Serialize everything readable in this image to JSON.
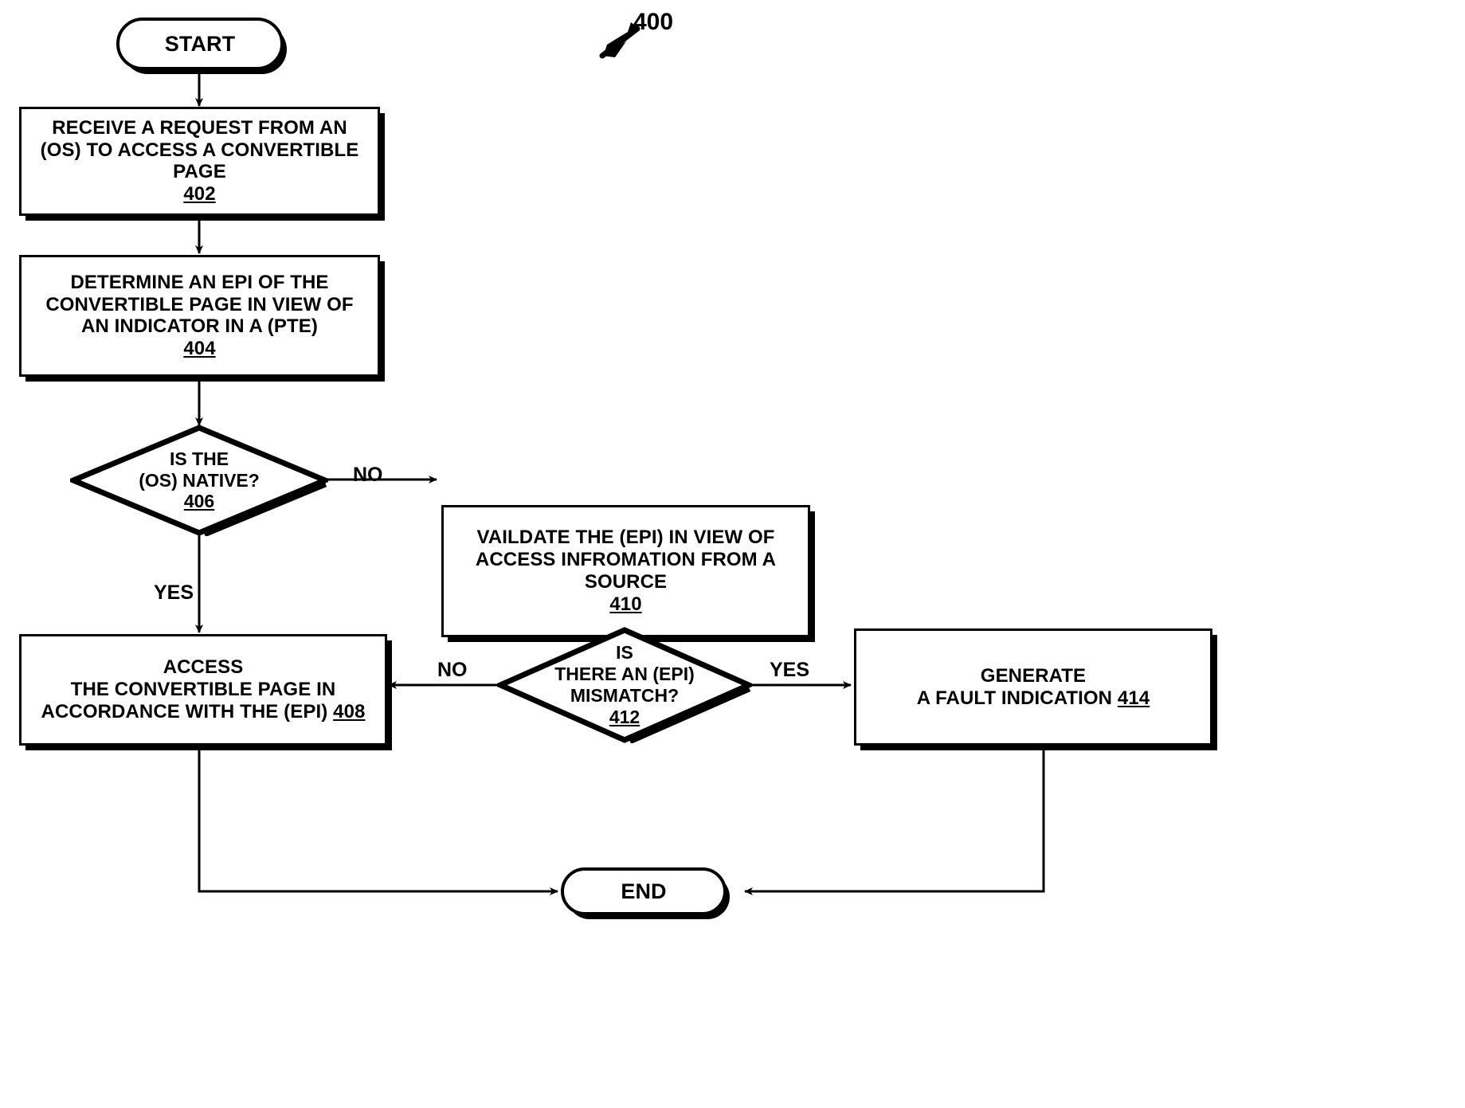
{
  "figure": {
    "number": "400",
    "pointer_icon": "arrow-up-right-icon"
  },
  "nodes": {
    "start": {
      "label": "START",
      "shape": "terminator"
    },
    "step_402": {
      "text": "RECEIVE A REQUEST FROM AN\n(OS) TO ACCESS A CONVERTIBLE\nPAGE",
      "ref": "402",
      "shape": "process"
    },
    "step_404": {
      "text": "DETERMINE AN EPI OF THE\nCONVERTIBLE PAGE IN VIEW OF\nAN INDICATOR IN A (PTE)",
      "ref": "404",
      "shape": "process"
    },
    "decision_406": {
      "text": "IS THE\n(OS) NATIVE?",
      "ref": "406",
      "shape": "decision"
    },
    "step_410": {
      "text": "VAILDATE THE (EPI) IN VIEW OF\nACCESS INFROMATION FROM A\nSOURCE",
      "ref": "410",
      "shape": "process"
    },
    "decision_412": {
      "text": "IS\nTHERE AN (EPI)\nMISMATCH?",
      "ref": "412",
      "shape": "decision"
    },
    "step_408": {
      "text": "ACCESS\nTHE CONVERTIBLE PAGE  IN\nACCORDANCE WITH THE (EPI) ",
      "ref": "408",
      "shape": "process"
    },
    "step_414": {
      "text": "GENERATE\nA FAULT INDICATION ",
      "ref": "414",
      "shape": "process"
    },
    "end": {
      "label": "END",
      "shape": "terminator"
    }
  },
  "edge_labels": {
    "no_from_406": "NO",
    "yes_from_406": "YES",
    "no_from_412": "NO",
    "yes_from_412": "YES"
  },
  "colors": {
    "stroke": "#000000",
    "fill": "#ffffff"
  }
}
